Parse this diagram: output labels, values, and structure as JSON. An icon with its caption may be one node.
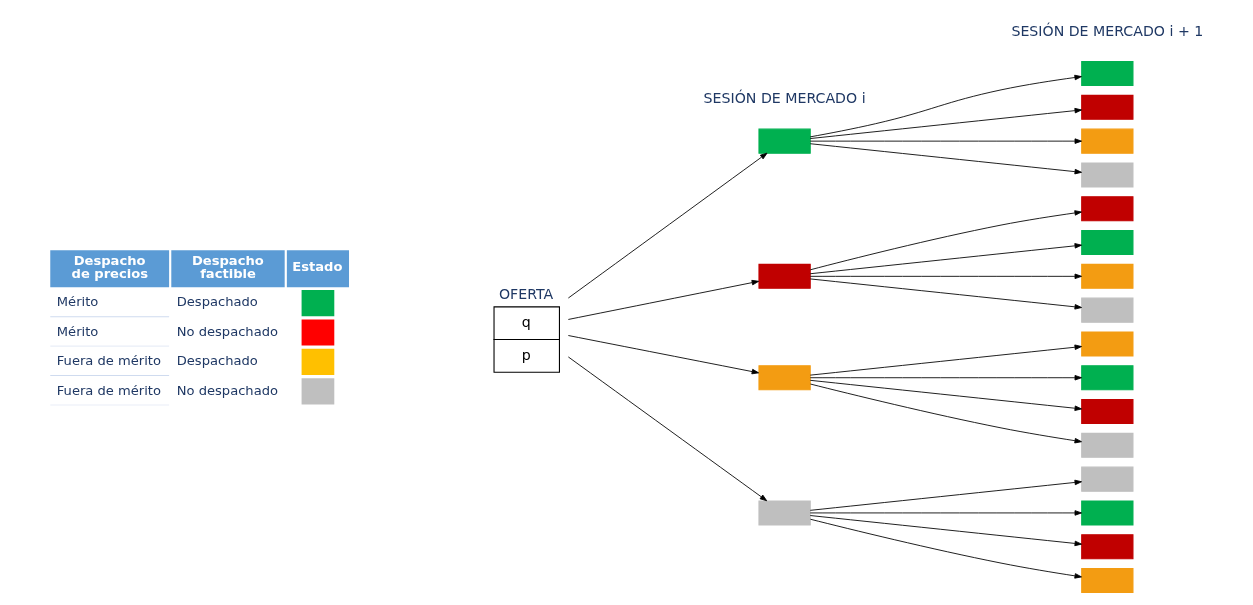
{
  "diagram": {
    "nodes": [
      {
        "text": [
          "OFERTA",
          "q",
          "p"
        ]
      },
      {
        "text": [],
        "shape": "box"
      },
      {
        "text": [],
        "shape": "box"
      },
      {
        "text": [],
        "shape": "box"
      },
      {
        "text": [],
        "shape": "box"
      },
      {
        "text": [],
        "shape": "box"
      },
      {
        "text": [],
        "shape": "box"
      },
      {
        "text": [],
        "shape": "box"
      },
      {
        "text": [],
        "shape": "box"
      },
      {
        "text": [],
        "shape": "box"
      },
      {
        "text": [],
        "shape": "box"
      },
      {
        "text": [],
        "shape": "box"
      },
      {
        "text": [],
        "shape": "box"
      },
      {
        "text": [],
        "shape": "box"
      },
      {
        "text": [],
        "shape": "box"
      },
      {
        "text": [],
        "shape": "box"
      },
      {
        "text": [],
        "shape": "box"
      },
      {
        "text": [],
        "shape": "box"
      },
      {
        "text": [],
        "shape": "box"
      },
      {
        "text": [],
        "shape": "box"
      },
      {
        "text": [],
        "shape": "box"
      }
    ],
    "edges": [
      {
        "from": 0,
        "to": 1,
        "arrow": "to"
      },
      {
        "from": 0,
        "to": 6,
        "arrow": "to"
      },
      {
        "from": 0,
        "to": 11,
        "arrow": "to"
      },
      {
        "from": 0,
        "to": 16,
        "arrow": "to"
      },
      {
        "from": 1,
        "to": 2,
        "arrow": "to"
      },
      {
        "from": 1,
        "to": 3,
        "arrow": "to"
      },
      {
        "from": 1,
        "to": 4,
        "arrow": "to"
      },
      {
        "from": 1,
        "to": 5,
        "arrow": "to"
      },
      {
        "from": 6,
        "to": 7,
        "arrow": "to"
      },
      {
        "from": 6,
        "to": 8,
        "arrow": "to"
      },
      {
        "from": 6,
        "to": 9,
        "arrow": "to"
      },
      {
        "from": 6,
        "to": 10,
        "arrow": "to"
      },
      {
        "from": 11,
        "to": 12,
        "arrow": "to"
      },
      {
        "from": 11,
        "to": 13,
        "arrow": "to"
      },
      {
        "from": 11,
        "to": 14,
        "arrow": "to"
      },
      {
        "from": 11,
        "to": 15,
        "arrow": "to"
      },
      {
        "from": 16,
        "to": 17,
        "arrow": "to"
      },
      {
        "from": 16,
        "to": 18,
        "arrow": "to"
      },
      {
        "from": 16,
        "to": 19,
        "arrow": "to"
      },
      {
        "from": 16,
        "to": 20,
        "arrow": "to"
      }
    ],
    "labels": [
      "Despacho de precios",
      "Despacho factible",
      "Estado",
      "Mérito",
      "Mérito",
      "Fuera de mérito",
      "Fuera de mérito",
      "SESIÓN DE MERCADO i",
      "SESIÓN DE MERCADO i + 1"
    ],
    "legend": [
      {
        "text": "Despachado",
        "color": "#00b050"
      },
      {
        "text": "No despachado",
        "color": "#ff0000"
      },
      {
        "text": "Despachado",
        "color": "#ffc000"
      },
      {
        "text": "No despachado",
        "color": "#bfbfbf"
      }
    ]
  }
}
